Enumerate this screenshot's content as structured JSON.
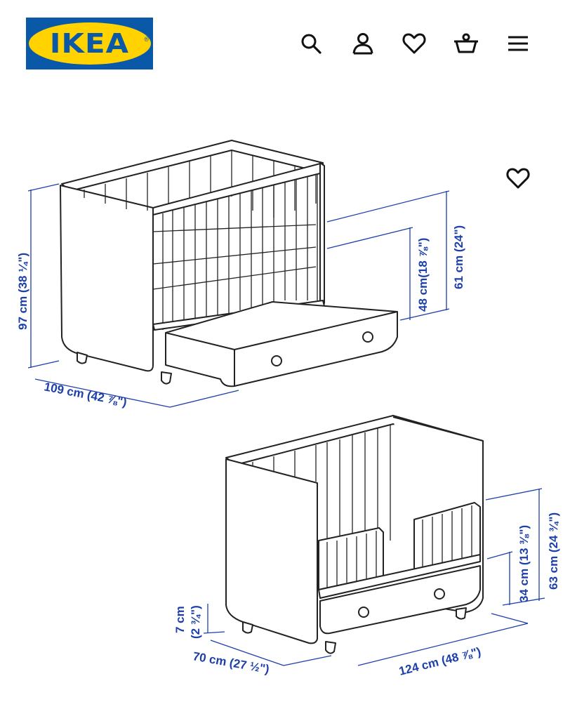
{
  "header": {
    "logo_text": "IKEA",
    "brand_colors": {
      "blue": "#0a58a8",
      "yellow": "#ffd200"
    },
    "icons": [
      "search-icon",
      "account-icon",
      "heart-icon",
      "basket-icon",
      "menu-icon"
    ]
  },
  "product_image": {
    "favorite_icon": "heart-icon",
    "top_crib": {
      "height": "97 cm (38 ¼\")",
      "width": "109 cm (42 ⅞\")",
      "mattress_height": "48 cm(18 ⅞\")",
      "rail_height": "61 cm (24\")"
    },
    "bottom_crib": {
      "foot_height": "7 cm\n(2 ¾\")",
      "foot_height_l1": "7 cm",
      "foot_height_l2": "(2 ¾\")",
      "depth": "70 cm (27 ½\")",
      "length": "124 cm (48 ⅞\")",
      "opening_height": "34 cm (13 ⅜\")",
      "total_height": "63 cm (24 ¾\")"
    }
  },
  "dimension_color": "#1c3faa"
}
